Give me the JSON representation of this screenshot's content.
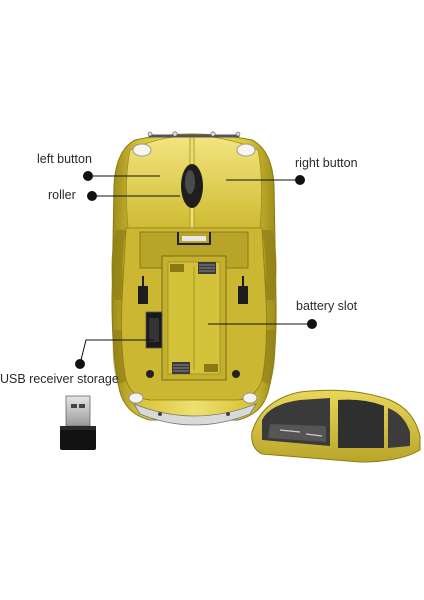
{
  "labels": {
    "left_button": "left button",
    "roller": "roller",
    "right_button": "right button",
    "battery_slot": "battery slot",
    "usb_storage": "USB receiver storage"
  },
  "colors": {
    "body_yellow": "#d8c43a",
    "body_shadow": "#a8961c",
    "body_highlight": "#f2e37a",
    "plastic_dark": "#2b2b2b",
    "battery_compartment": "#c9b630",
    "chrome": "#cfcfcf",
    "callout": "#111111"
  }
}
